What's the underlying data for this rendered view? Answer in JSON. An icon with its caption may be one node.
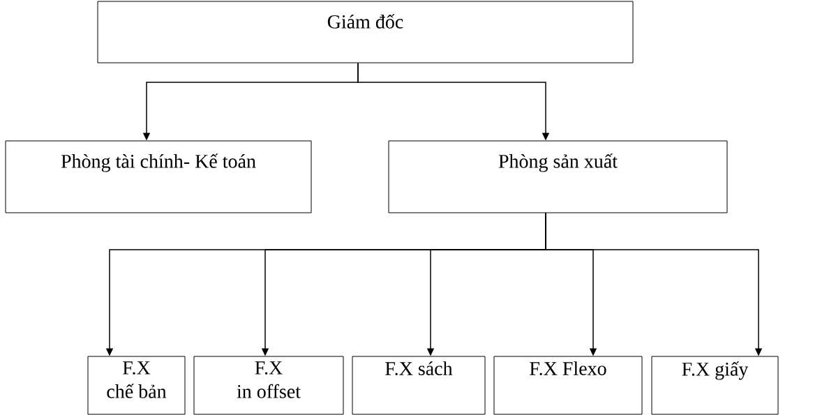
{
  "diagram": {
    "nodes": [
      {
        "text": [
          "Giám đốc"
        ]
      },
      {
        "text": [
          "Phòng tài chính- Kế toán"
        ]
      },
      {
        "text": [
          "Phòng sản xuất"
        ]
      },
      {
        "text": [
          "F.X",
          "chế bản"
        ]
      },
      {
        "text": [
          "F.X",
          "in offset"
        ]
      },
      {
        "text": [
          "F.X sách"
        ]
      },
      {
        "text": [
          "F.X Flexo"
        ]
      },
      {
        "text": [
          "F.X giấy"
        ]
      }
    ],
    "edges": [
      {
        "from": 0,
        "to": 1,
        "arrow": "to"
      },
      {
        "from": 0,
        "to": 2,
        "arrow": "to"
      },
      {
        "from": 2,
        "to": 3,
        "arrow": "to"
      },
      {
        "from": 2,
        "to": 4,
        "arrow": "to"
      },
      {
        "from": 2,
        "to": 5,
        "arrow": "to"
      },
      {
        "from": 2,
        "to": 6,
        "arrow": "to"
      },
      {
        "from": 2,
        "to": 7,
        "arrow": "to"
      }
    ]
  }
}
